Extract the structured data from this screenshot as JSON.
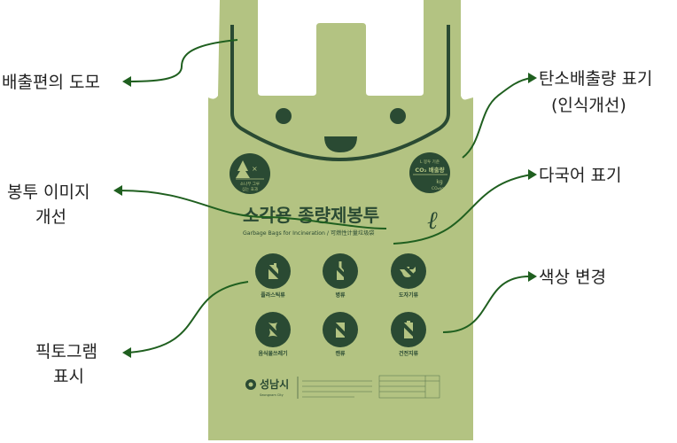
{
  "colors": {
    "bag": "#b3c382",
    "ink": "#2a4a33",
    "arrow": "#1f5f1f"
  },
  "annotations": {
    "handle_design": "배출편의 도모",
    "carbon_label_line1": "탄소배출량 표기",
    "carbon_label_line2": "(인식개선)",
    "multilingual": "다국어 표기",
    "bag_image_line1": "봉투 이미지",
    "bag_image_line2": "개선",
    "color_change": "색상 변경",
    "pictogram_line1": "픽토그램",
    "pictogram_line2": "표시"
  },
  "bag": {
    "tree_badge": {
      "line1": "소나무 그루",
      "line2": "심는 효과",
      "mark": "×"
    },
    "co2_badge": {
      "line1": "L 봉투 기준",
      "line2": "CO₂ 배출량",
      "unit": "kg",
      "unit2": "CO₂eq"
    },
    "title": "소각용 종량제봉투",
    "subtitle": "Garbage Bags for Incineration / 可燃性计量垃圾袋",
    "volume_mark": "ℓ",
    "pictograms": [
      {
        "label": "플라스틱류",
        "icon": "plastic-bottle-icon"
      },
      {
        "label": "병류",
        "icon": "glass-bottle-icon"
      },
      {
        "label": "도자기류",
        "icon": "teapot-icon"
      },
      {
        "label": "음식물쓰레기",
        "icon": "apple-core-icon"
      },
      {
        "label": "캔류",
        "icon": "can-icon"
      },
      {
        "label": "건전지류",
        "icon": "battery-icon"
      }
    ],
    "city_name": "성남시",
    "city_name_en": "Seongnam City"
  }
}
